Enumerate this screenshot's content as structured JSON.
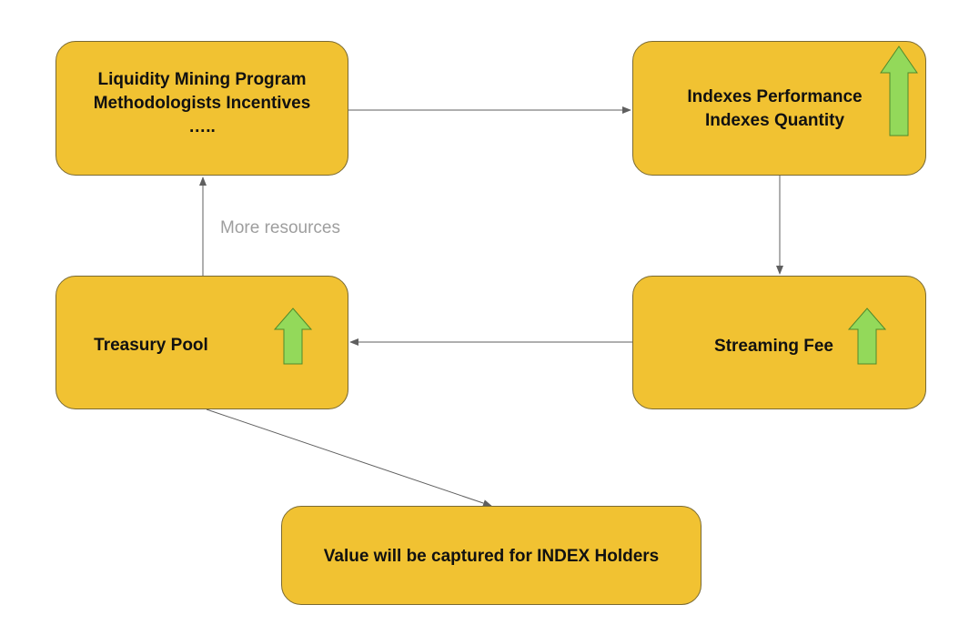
{
  "nodes": {
    "liquidity_mining": {
      "lines": [
        "Liquidity Mining Program",
        "Methodologists Incentives",
        "….."
      ]
    },
    "indexes": {
      "lines": [
        "Indexes Performance",
        "Indexes Quantity"
      ]
    },
    "treasury_pool": {
      "lines": [
        "Treasury Pool"
      ]
    },
    "streaming_fee": {
      "lines": [
        "Streaming Fee"
      ]
    },
    "value_captured": {
      "lines": [
        "Value will be captured for INDEX Holders"
      ]
    }
  },
  "edges": {
    "resources_label": "More resources"
  },
  "colors": {
    "box_fill": "#f1c232",
    "box_border": "#7a6a33",
    "up_arrow_fill": "#93d95a",
    "up_arrow_stroke": "#4f8a2c",
    "connector": "#5f5f5f",
    "label_gray": "#9e9e9e"
  },
  "icons": {
    "increase": "up-arrow-icon"
  }
}
